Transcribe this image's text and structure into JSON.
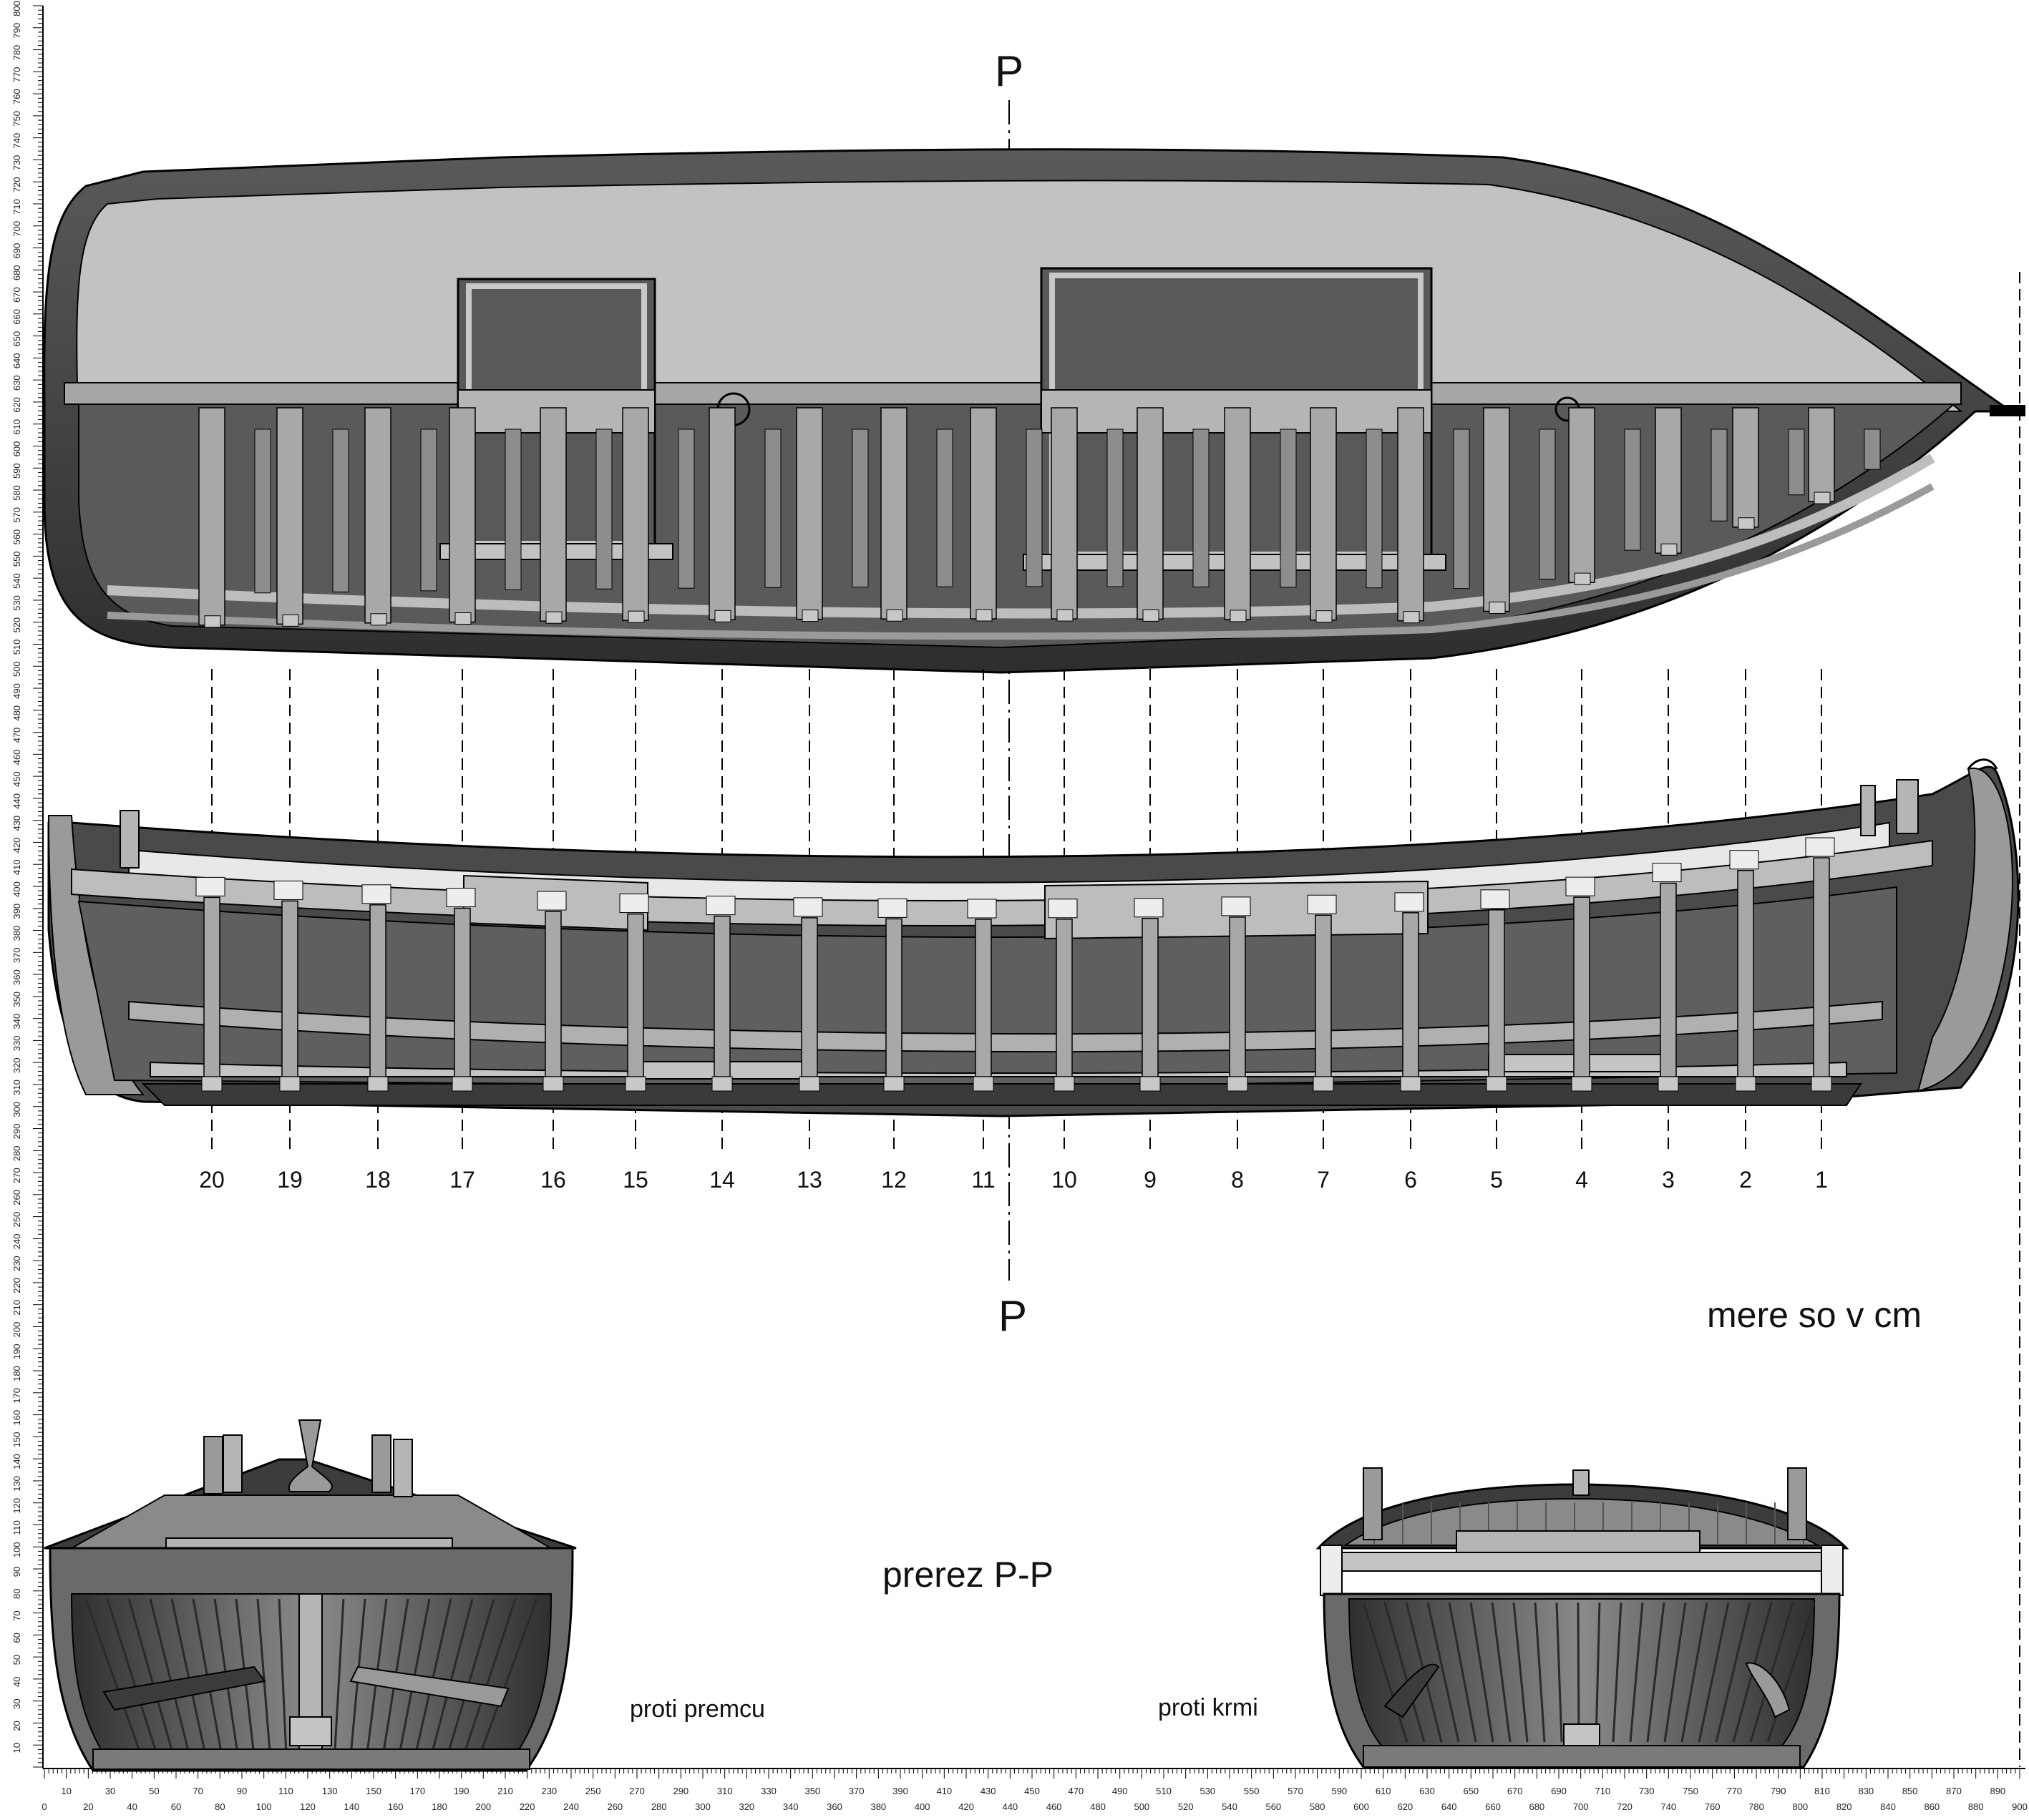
{
  "section_marker_top": "P",
  "section_marker_bottom": "P",
  "units_note": "mere so v cm",
  "section_title": "prerez P-P",
  "bow_view_label": "proti premcu",
  "stern_view_label": "proti krmi",
  "frame_numbers": [
    "20",
    "19",
    "18",
    "17",
    "16",
    "15",
    "14",
    "13",
    "12",
    "11",
    "10",
    "9",
    "8",
    "7",
    "6",
    "5",
    "4",
    "3",
    "2",
    "1"
  ],
  "ruler": {
    "unit": "cm",
    "horizontal_min": 0,
    "horizontal_max": 900,
    "vertical_min": 0,
    "vertical_max": 800,
    "label_step": 10
  },
  "colors": {
    "hull_dark": "#3c3c3c",
    "hull_mid": "#7a7a7a",
    "deck_light": "#bdbdbd",
    "frame_light": "#a8a8a8",
    "interior_dark": "#555555"
  }
}
